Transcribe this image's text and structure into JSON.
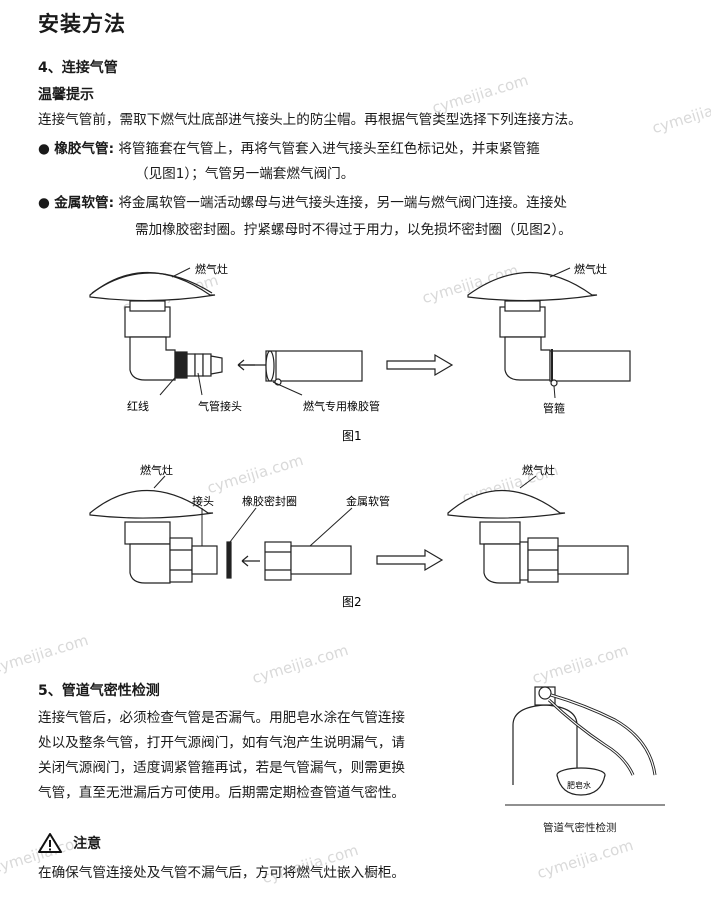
{
  "page_title": "安装方法",
  "sec4": {
    "heading": "4、连接气管",
    "tip_heading": "温馨提示",
    "intro": "连接气管前，需取下燃气灶底部进气接头上的防尘帽。再根据气管类型选择下列连接方法。",
    "rubber": {
      "label": "橡胶气管:",
      "line1": "将管箍套在气管上，再将气管套入进气接头至红色标记处，并束紧管箍",
      "line2": "（见图1）；气管另一端套燃气阀门。"
    },
    "metal": {
      "label": "金属软管:",
      "line1": "将金属软管一端活动螺母与进气接头连接，另一端与燃气阀门连接。连接处",
      "line2": "需加橡胶密封圈。拧紧螺母时不得过于用力，以免损坏密封圈（见图2）。"
    }
  },
  "fig1": {
    "stove_left": "燃气灶",
    "stove_right": "燃气灶",
    "red_line": "红线",
    "gas_joint": "气管接头",
    "rubber_hose": "燃气专用橡胶管",
    "clamp": "管箍",
    "caption": "图1"
  },
  "fig2": {
    "stove_left": "燃气灶",
    "stove_right": "燃气灶",
    "joint": "接头",
    "seal": "橡胶密封圈",
    "metal_hose": "金属软管",
    "caption": "图2"
  },
  "sec5": {
    "heading": "5、管道气密性检测",
    "lines": [
      "连接气管后，必须检查气管是否漏气。用肥皂水涂在气管连接",
      "处以及整条气管，打开气源阀门，如有气泡产生说明漏气，请",
      "关闭气源阀门，适度调紧管箍再试，若是气管漏气，则需更换",
      "气管，直至无泄漏后方可使用。后期需定期检查管道气密性。"
    ],
    "soap_label": "肥皂水",
    "illus_caption": "管道气密性检测"
  },
  "notice": {
    "heading": "注意",
    "text": "在确保气管连接处及气管不漏气后，方可将燃气灶嵌入橱柜。"
  },
  "watermark": "cymeijia.com"
}
